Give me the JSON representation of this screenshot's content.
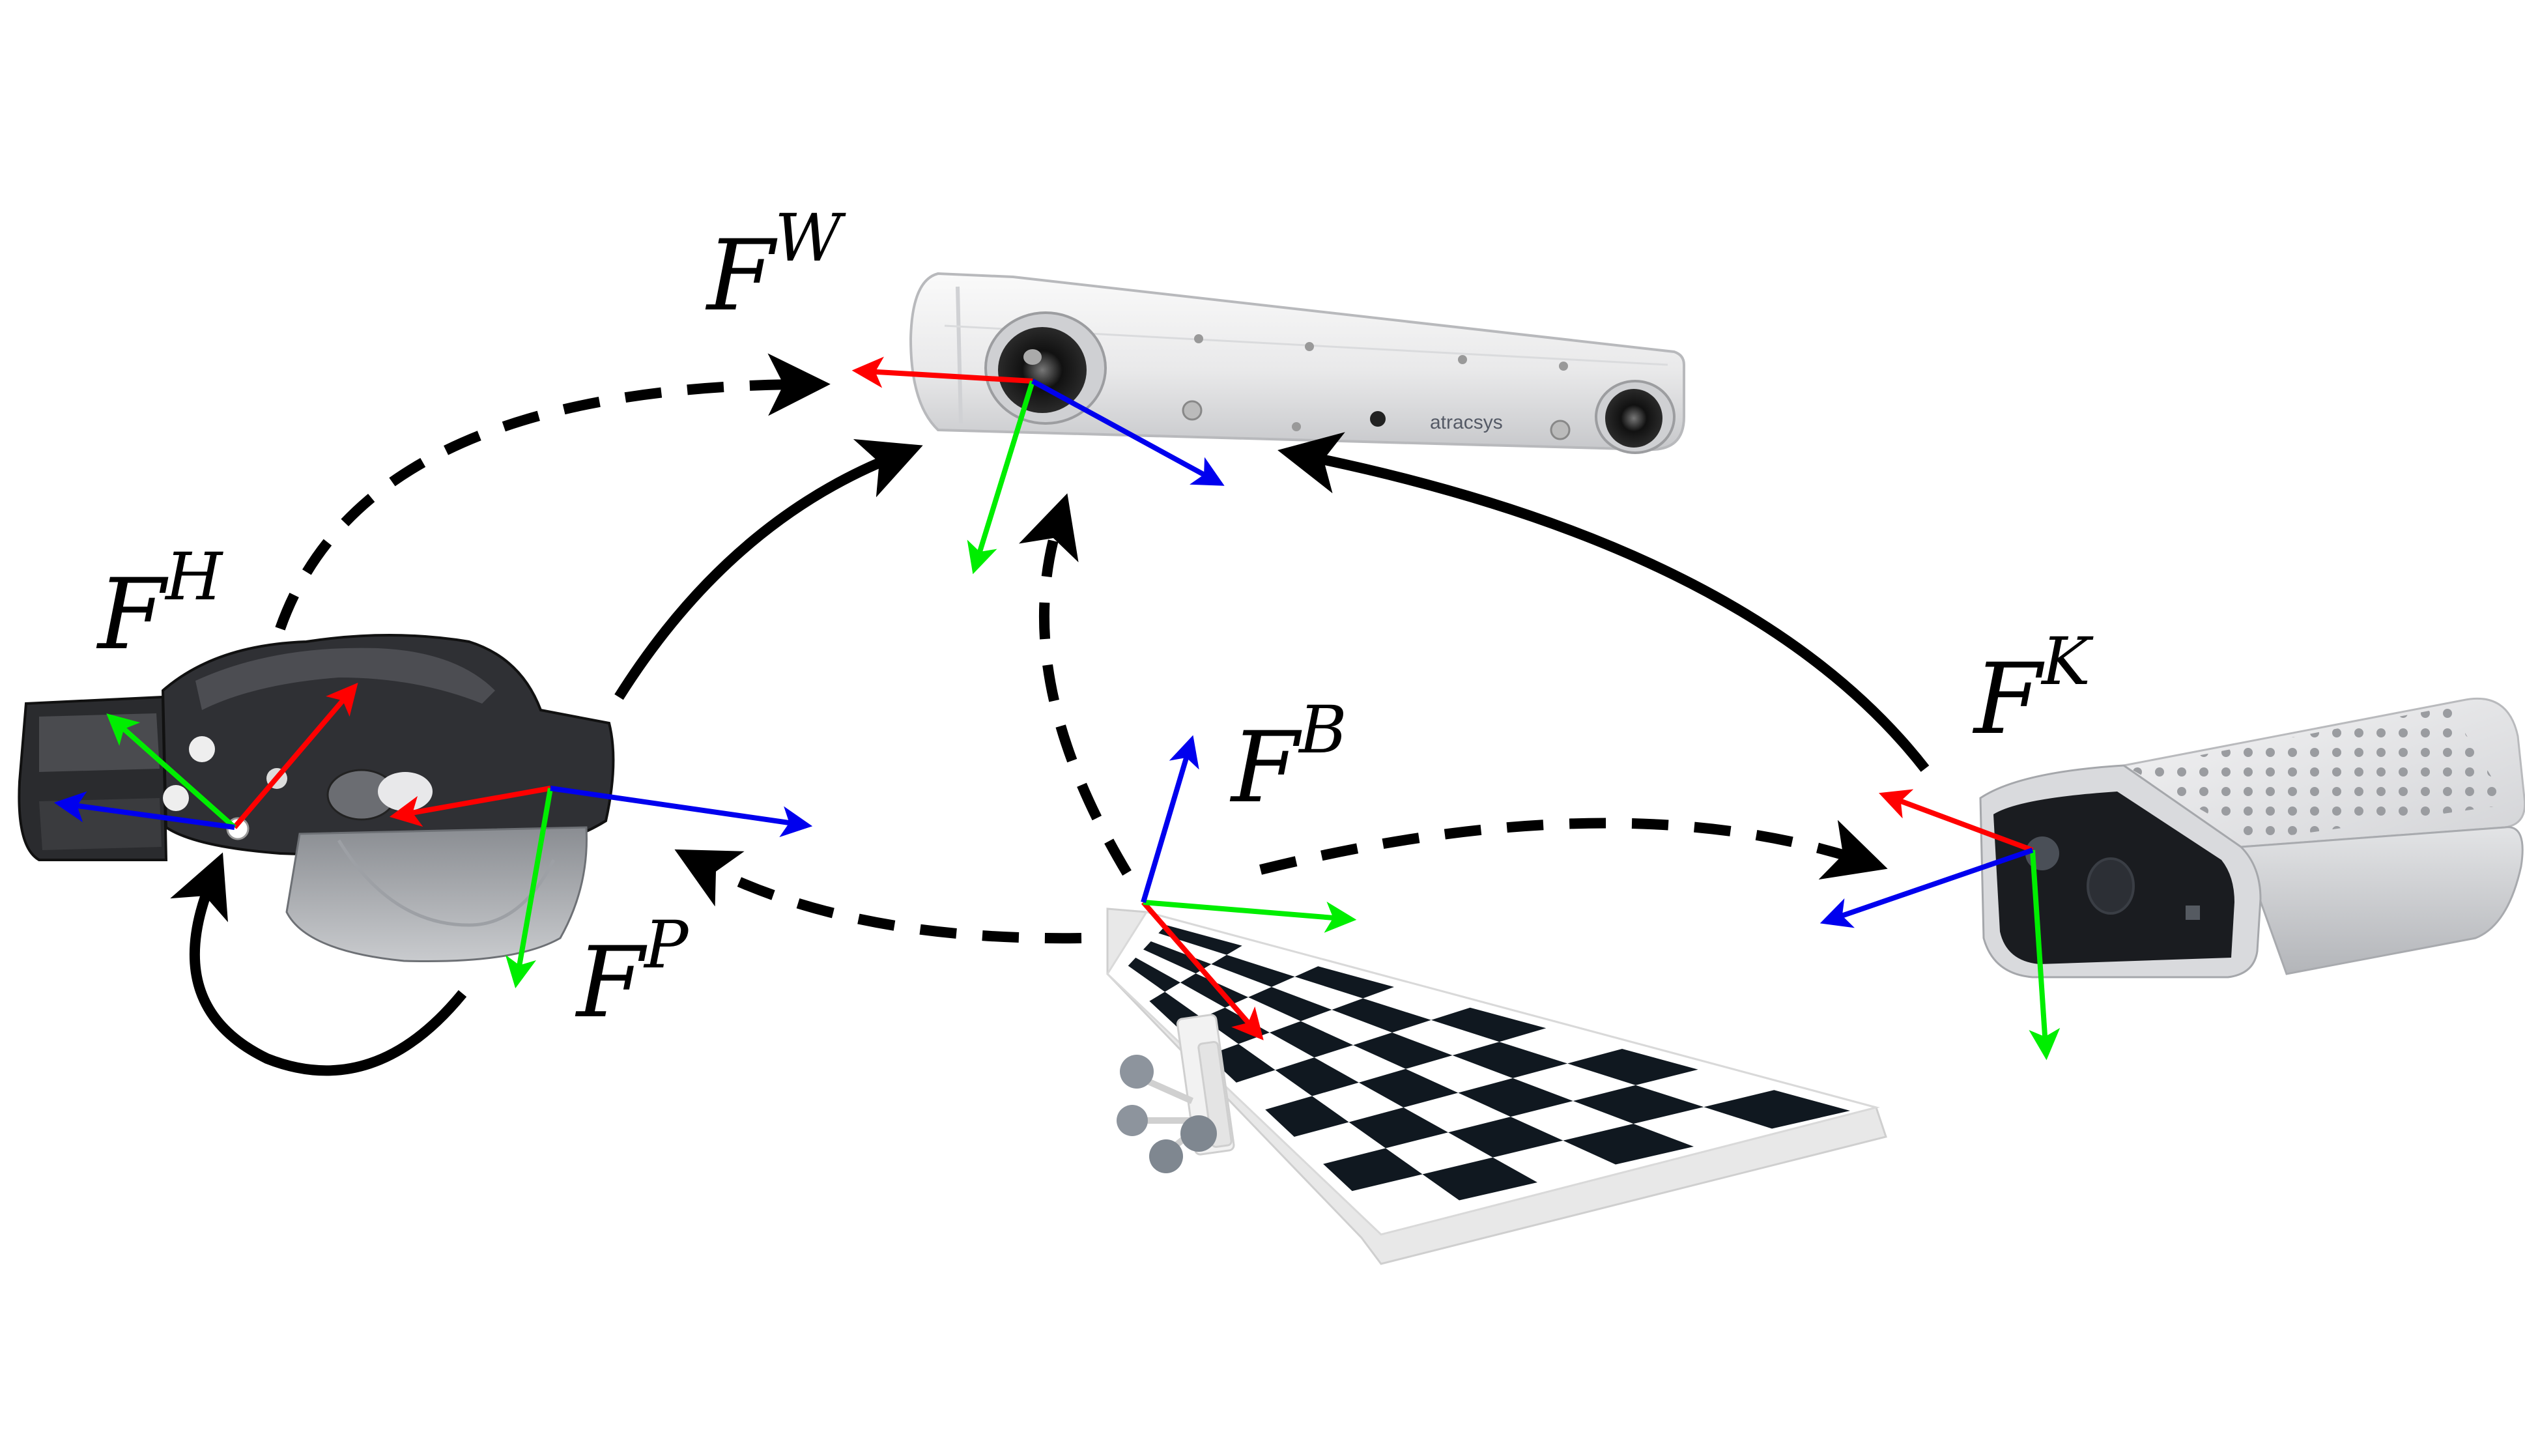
{
  "frames": {
    "world": {
      "base": "F",
      "superscript": "W"
    },
    "hololens": {
      "base": "F",
      "superscript": "H"
    },
    "pv_camera": {
      "base": "F",
      "superscript": "P"
    },
    "board": {
      "base": "F",
      "superscript": "B"
    },
    "kinect": {
      "base": "F",
      "superscript": "K"
    }
  },
  "tracker_brand": "atracsys",
  "colors": {
    "axis_x": "#ff0000",
    "axis_y": "#00ee00",
    "axis_z": "#0000ee",
    "arrow": "#000000",
    "board_dark": "#101820",
    "board_light": "#ffffff"
  },
  "transforms": [
    {
      "from": "hololens",
      "to": "world",
      "style": "dashed"
    },
    {
      "from": "hololens",
      "to": "world",
      "style": "solid"
    },
    {
      "from": "kinect",
      "to": "world",
      "style": "solid"
    },
    {
      "from": "board",
      "to": "world",
      "style": "dashed"
    },
    {
      "from": "board",
      "to": "pv_camera",
      "style": "dashed"
    },
    {
      "from": "board",
      "to": "kinect",
      "style": "dashed"
    },
    {
      "from": "pv_camera",
      "to": "hololens",
      "style": "solid"
    }
  ]
}
